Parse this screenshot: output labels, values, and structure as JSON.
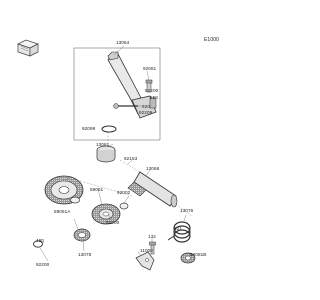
{
  "page_no": "E1000",
  "callouts": [
    {
      "id": "c1",
      "text": "13064"
    },
    {
      "id": "c2",
      "text": "92081"
    },
    {
      "id": "c3",
      "text": "92200"
    },
    {
      "id": "c4",
      "text": "550"
    },
    {
      "id": "c5",
      "text": "92209"
    },
    {
      "id": "c6",
      "text": "920"
    },
    {
      "id": "c7",
      "text": "92099"
    },
    {
      "id": "c8",
      "text": "13081"
    },
    {
      "id": "c9",
      "text": "92153"
    },
    {
      "id": "c10",
      "text": "13068"
    },
    {
      "id": "c11",
      "text": "59051"
    },
    {
      "id": "c12",
      "text": "92002"
    },
    {
      "id": "c13",
      "text": "59051A"
    },
    {
      "id": "c14",
      "text": "92200"
    },
    {
      "id": "c15",
      "text": "13076"
    },
    {
      "id": "c16",
      "text": "921"
    },
    {
      "id": "c17",
      "text": "92081B"
    },
    {
      "id": "c18",
      "text": "11008"
    },
    {
      "id": "c19",
      "text": "132"
    },
    {
      "id": "c20",
      "text": "480"
    },
    {
      "id": "c21",
      "text": "92200"
    },
    {
      "id": "c22",
      "text": "13078"
    }
  ]
}
